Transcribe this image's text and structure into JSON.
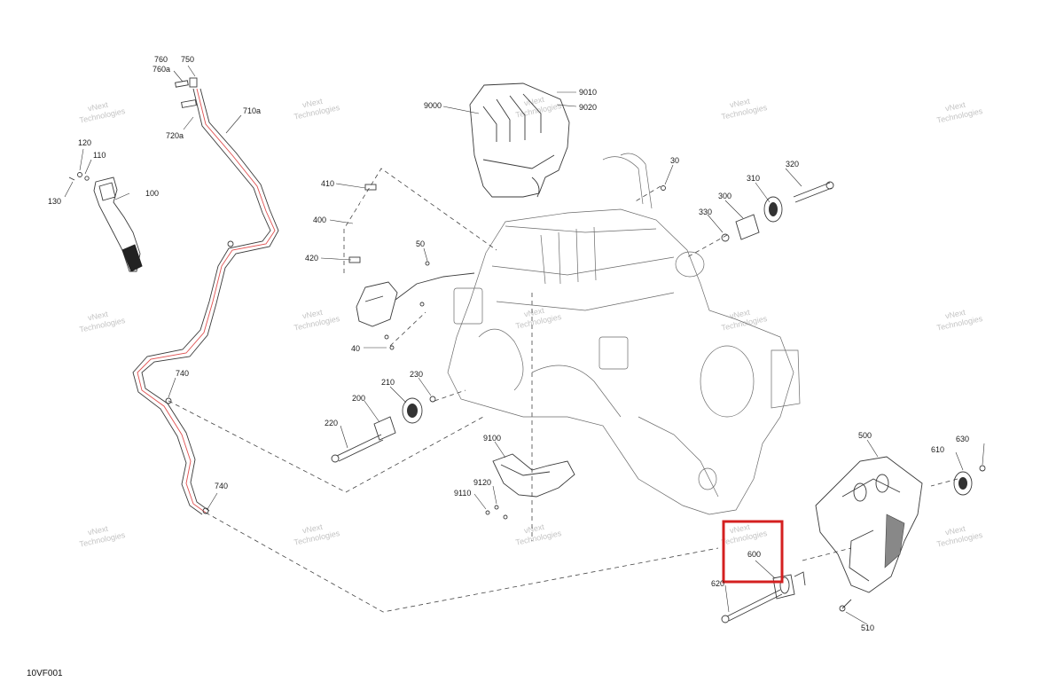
{
  "figure_code": "10VF001",
  "watermark_text": [
    "vNext",
    "Technologies"
  ],
  "highlight": {
    "part": "600",
    "color": "#d42020"
  },
  "cable_color": "#e05050",
  "part_labels": {
    "p100": "100",
    "p110": "110",
    "p120": "120",
    "p130": "130",
    "p710a": "710a",
    "p720a": "720a",
    "p750": "750",
    "p760": "760",
    "p760a": "760a",
    "p740a": "740",
    "p740b": "740",
    "p410": "410",
    "p400": "400",
    "p420": "420",
    "p50": "50",
    "p40": "40",
    "p9000": "9000",
    "p9010": "9010",
    "p9020": "9020",
    "p30": "30",
    "p300": "300",
    "p310": "310",
    "p320": "320",
    "p330": "330",
    "p200": "200",
    "p210": "210",
    "p220": "220",
    "p230": "230",
    "p9100": "9100",
    "p9110": "9110",
    "p9120": "9120",
    "p500": "500",
    "p510": "510",
    "p600": "600",
    "p610": "610",
    "p620": "620",
    "p630": "630"
  }
}
